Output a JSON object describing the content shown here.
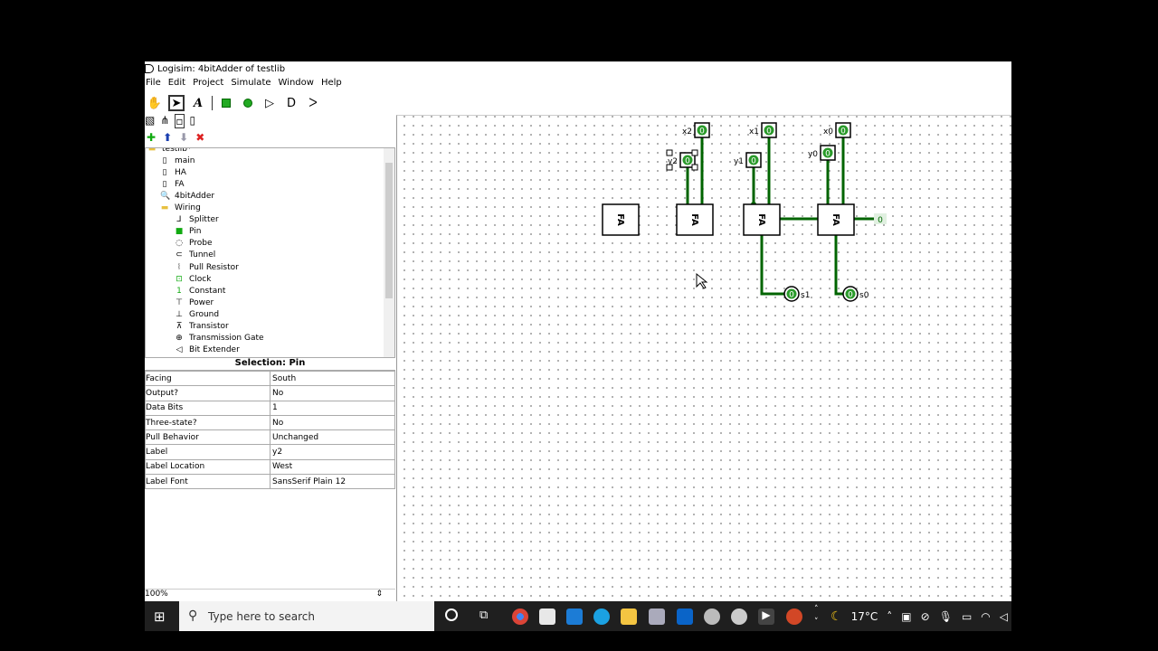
{
  "window": {
    "title": "Logisim: 4bitAdder of testlib"
  },
  "menu": [
    "File",
    "Edit",
    "Project",
    "Simulate",
    "Window",
    "Help"
  ],
  "tree": {
    "items": [
      {
        "label": "testlib*",
        "icon": "folder-icon",
        "indent": 0
      },
      {
        "label": "main",
        "icon": "circuit-icon",
        "indent": 1
      },
      {
        "label": "HA",
        "icon": "circuit-icon",
        "indent": 1
      },
      {
        "label": "FA",
        "icon": "circuit-icon",
        "indent": 1
      },
      {
        "label": "4bitAdder",
        "icon": "magnifier-circuit-icon",
        "indent": 1
      },
      {
        "label": "Wiring",
        "icon": "folder-icon",
        "indent": 1
      },
      {
        "label": "Splitter",
        "icon": "splitter-icon",
        "indent": 2
      },
      {
        "label": "Pin",
        "icon": "pin-icon",
        "indent": 2
      },
      {
        "label": "Probe",
        "icon": "probe-icon",
        "indent": 2
      },
      {
        "label": "Tunnel",
        "icon": "tunnel-icon",
        "indent": 2
      },
      {
        "label": "Pull Resistor",
        "icon": "resistor-icon",
        "indent": 2
      },
      {
        "label": "Clock",
        "icon": "clock-icon",
        "indent": 2
      },
      {
        "label": "Constant",
        "icon": "constant-icon",
        "indent": 2
      },
      {
        "label": "Power",
        "icon": "power-icon",
        "indent": 2
      },
      {
        "label": "Ground",
        "icon": "ground-icon",
        "indent": 2
      },
      {
        "label": "Transistor",
        "icon": "transistor-icon",
        "indent": 2
      },
      {
        "label": "Transmission Gate",
        "icon": "transmission-gate-icon",
        "indent": 2
      },
      {
        "label": "Bit Extender",
        "icon": "bit-extender-icon",
        "indent": 2
      }
    ]
  },
  "selection": {
    "title": "Selection: Pin",
    "attributes": [
      {
        "name": "Facing",
        "value": "South"
      },
      {
        "name": "Output?",
        "value": "No"
      },
      {
        "name": "Data Bits",
        "value": "1"
      },
      {
        "name": "Three-state?",
        "value": "No"
      },
      {
        "name": "Pull Behavior",
        "value": "Unchanged"
      },
      {
        "name": "Label",
        "value": "y2"
      },
      {
        "name": "Label Location",
        "value": "West"
      },
      {
        "name": "Label Font",
        "value": "SansSerif Plain 12"
      }
    ]
  },
  "zoom": "100%",
  "circuit": {
    "component_label": "FA",
    "pins": {
      "x2": "0",
      "y2": "0",
      "x1": "0",
      "y1": "0",
      "x0": "0",
      "y0": "0",
      "s1": "0",
      "s0": "0",
      "cin": "0"
    },
    "wire_color": "#006400"
  },
  "taskbar": {
    "search_placeholder": "Type here to search",
    "temperature": "17°C"
  }
}
